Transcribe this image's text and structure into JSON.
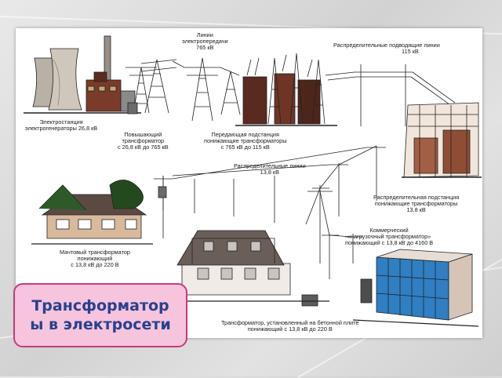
{
  "title": {
    "line1": "Трансформатор",
    "line2": "ы в электросети"
  },
  "labels": {
    "power_lines_765": [
      "Линии",
      "электропередачи",
      "765 кВ"
    ],
    "distribution_supply_lines": [
      "Распределительные подводящие линии",
      "115 кВ"
    ],
    "power_station": [
      "Электростанция",
      "электрогенераторы 26,8 кВ"
    ],
    "step_up_transformer": [
      "Повышающий",
      "трансформатор",
      "с 26,8 кВ до 765 кВ"
    ],
    "transmission_substation": [
      "Передающая подстанция",
      "понижающие трансформаторы",
      "с 765 кВ до 115 кВ"
    ],
    "distribution_lines": [
      "Распределительные линии",
      "13,8 кВ"
    ],
    "distribution_substation": [
      "Распределительная подстанция",
      "понижающие трансформаторы",
      "13,8 кВ"
    ],
    "pole_transformer": [
      "Мачтовый трансформатор",
      "понижающий",
      "с 13,8 кВ до 220 В"
    ],
    "commercial_transformer": [
      "Коммерческий",
      "«нагрузочный трансформатор»",
      "понижающий с 13,8 кВ до 4160 В"
    ],
    "pad_transformer": [
      "Трансформатор, установленный на бетонной плите",
      "понижающий с 13,8 кВ до 220 В"
    ]
  }
}
